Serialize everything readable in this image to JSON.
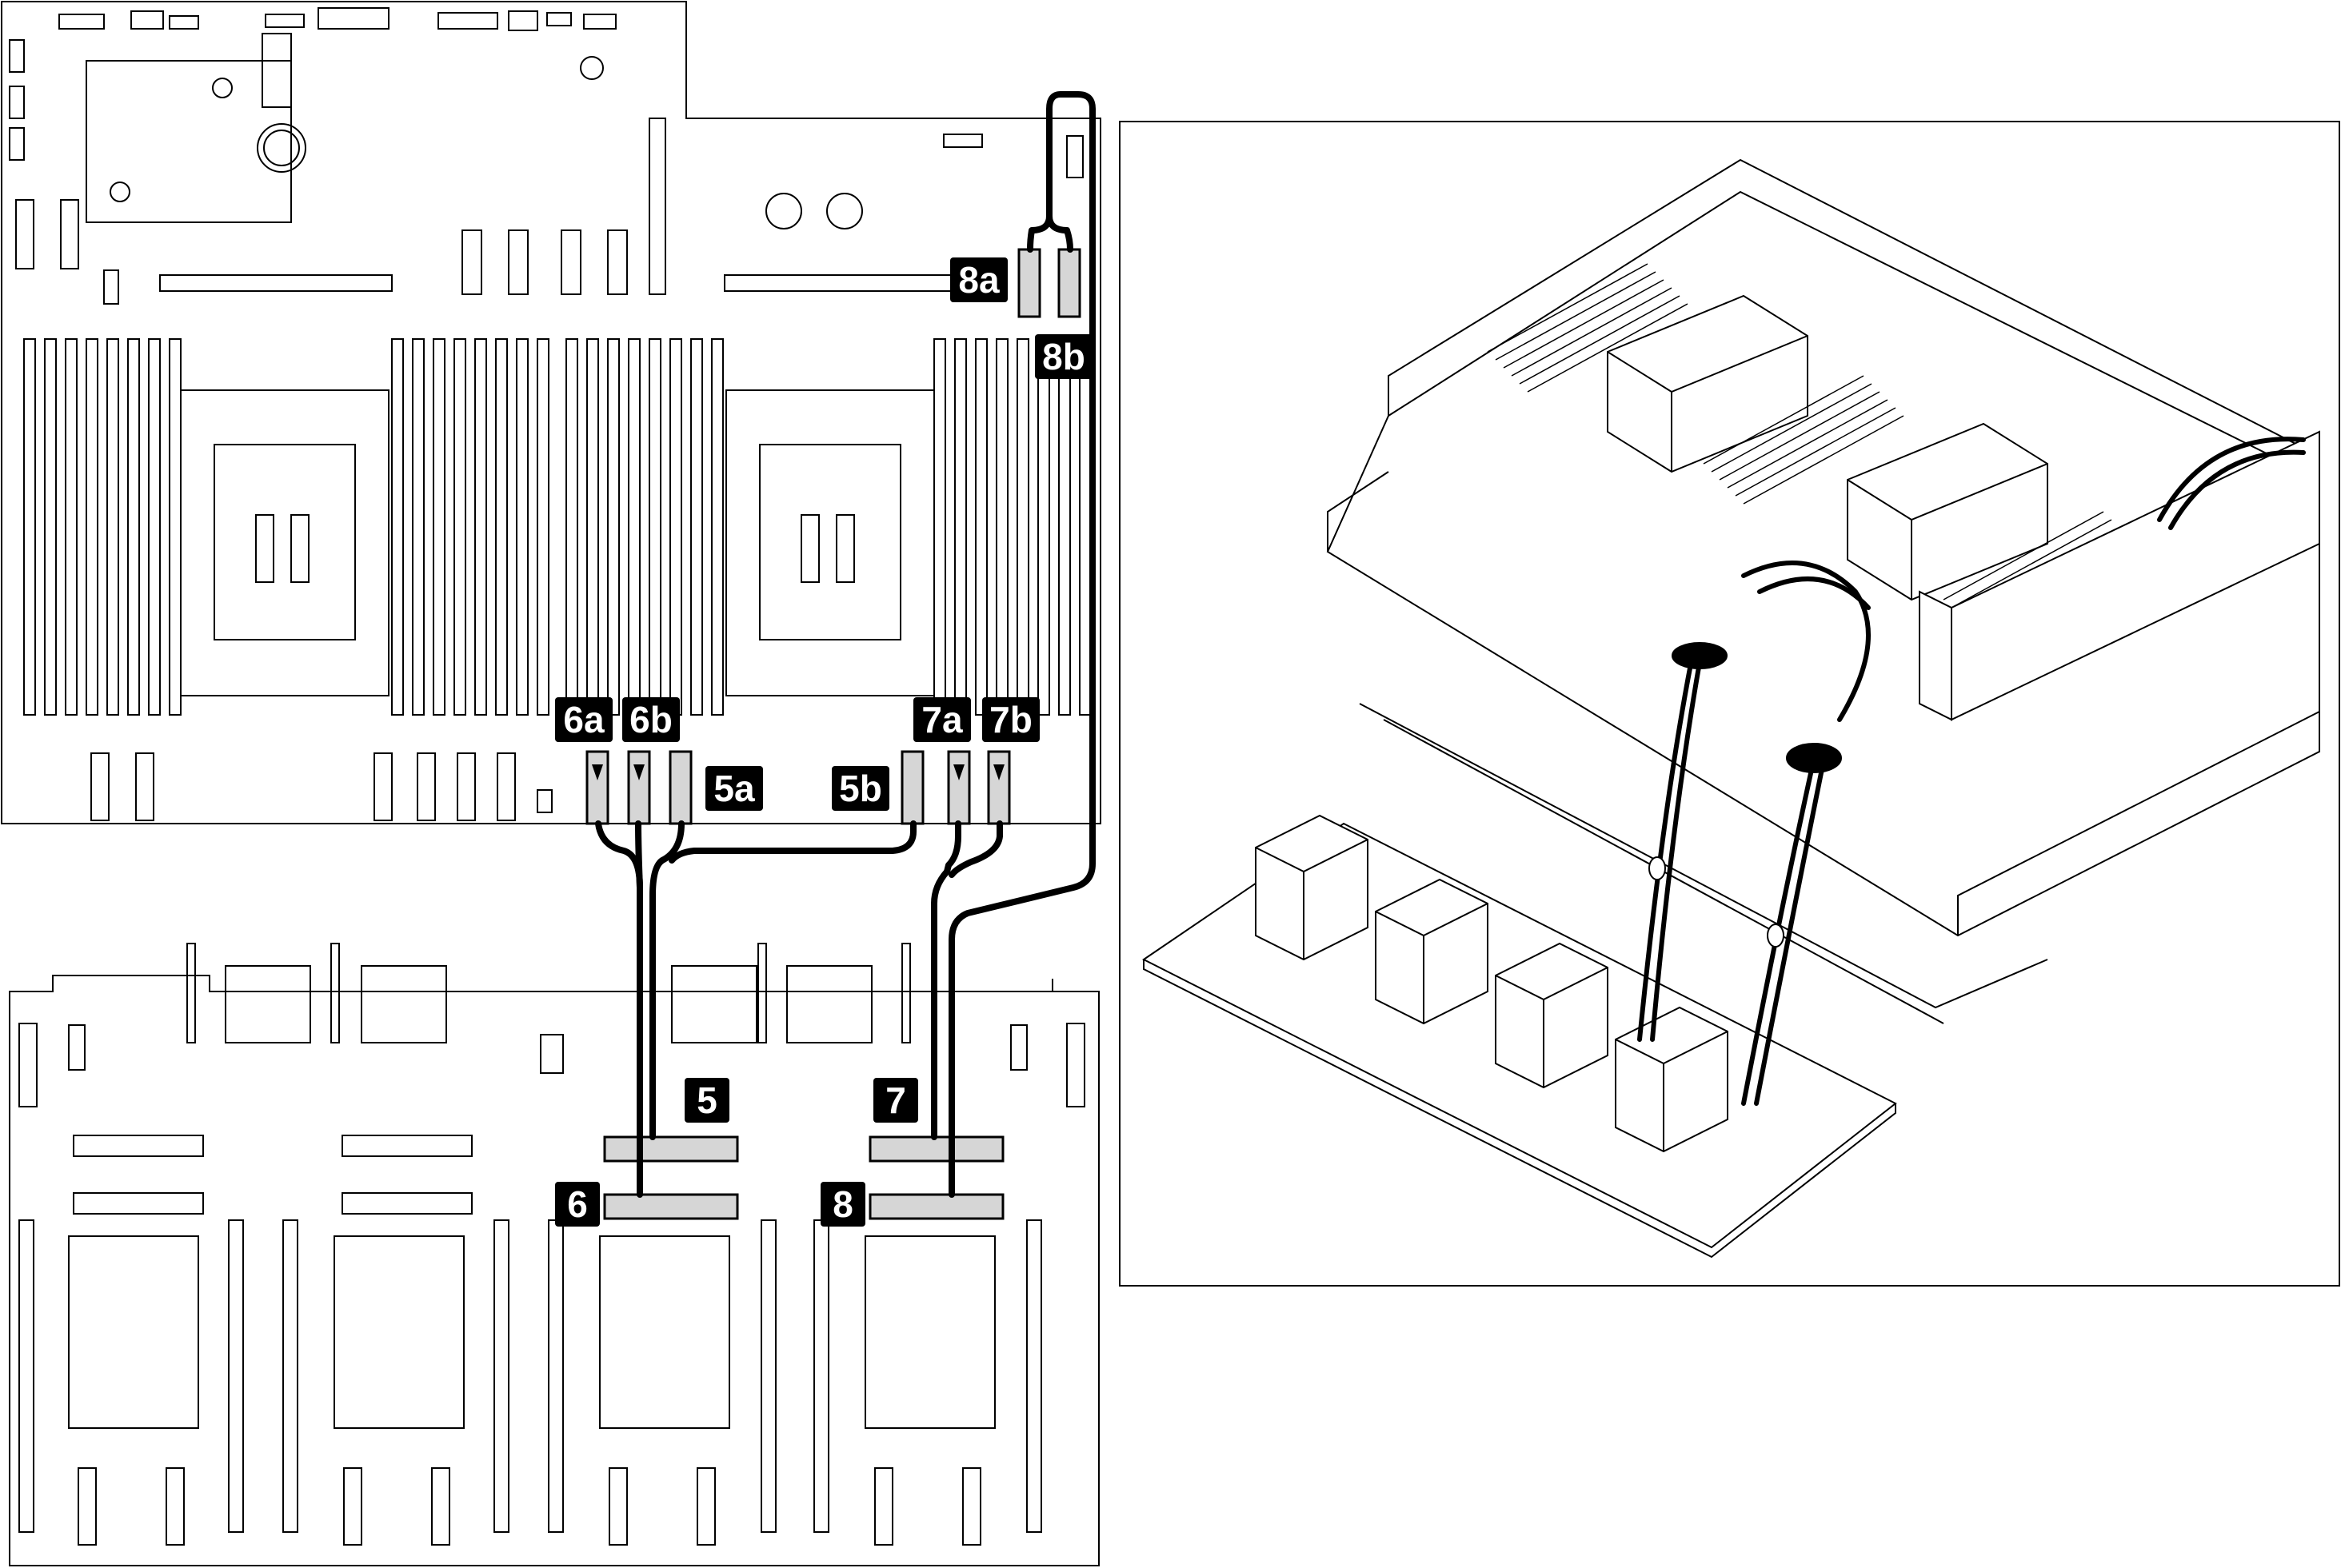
{
  "callouts": {
    "c8a": "8a",
    "c8b": "8b",
    "c6a": "6a",
    "c6b": "6b",
    "c7a": "7a",
    "c7b": "7b",
    "c5a": "5a",
    "c5b": "5b",
    "c5": "5",
    "c6": "6",
    "c7": "7",
    "c8": "8"
  },
  "colors": {
    "line": "#000000",
    "connector_fill": "#d6d6d6",
    "callout_bg": "#000000",
    "callout_text": "#ffffff"
  }
}
